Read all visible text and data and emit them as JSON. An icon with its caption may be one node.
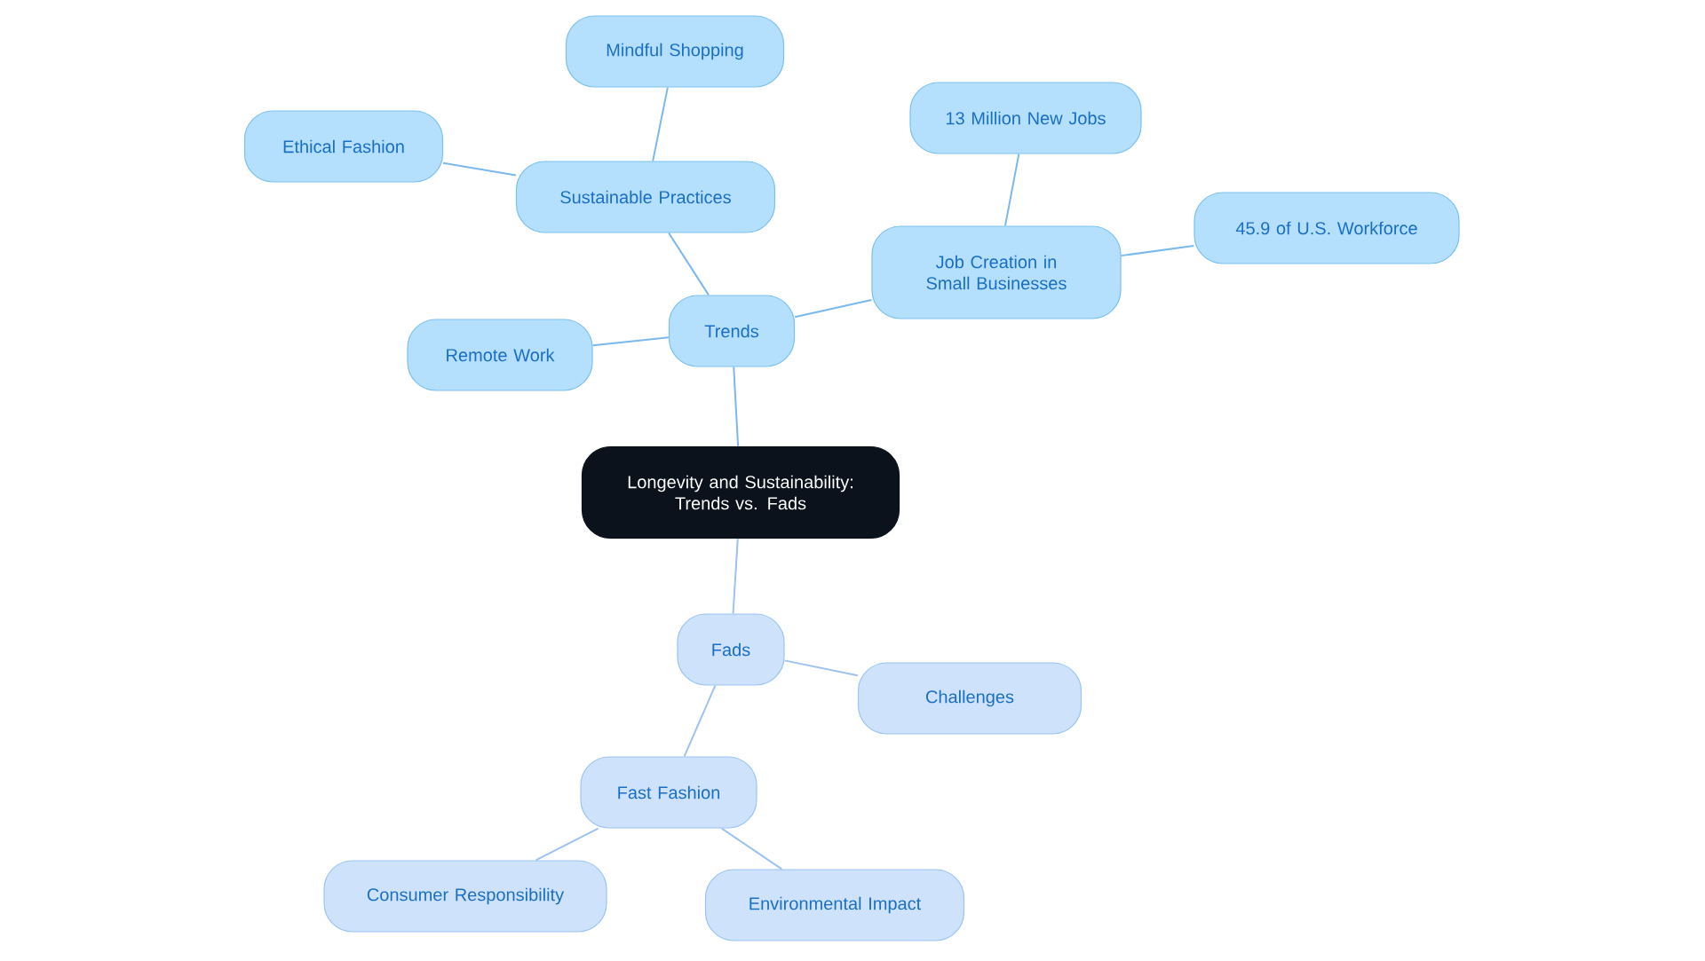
{
  "diagram": {
    "nodes": [
      {
        "text": [
          "Longevity and Sustainability: Trends vs. Fads"
        ]
      },
      {
        "text": [
          "Trends"
        ]
      },
      {
        "text": [
          "Sustainable Practices"
        ]
      },
      {
        "text": [
          "Mindful Shopping"
        ]
      },
      {
        "text": [
          "Ethical Fashion"
        ]
      },
      {
        "text": [
          "Remote Work"
        ]
      },
      {
        "text": [
          "Job Creation in Small Businesses"
        ]
      },
      {
        "text": [
          "13 Million New Jobs"
        ]
      },
      {
        "text": [
          "45.9 of U.S. Workforce"
        ]
      },
      {
        "text": [
          "Fads"
        ]
      },
      {
        "text": [
          "Challenges"
        ]
      },
      {
        "text": [
          "Fast Fashion"
        ]
      },
      {
        "text": [
          "Consumer Responsibility"
        ]
      },
      {
        "text": [
          "Environmental Impact"
        ]
      }
    ],
    "edges": [
      {
        "from": 0,
        "to": 1,
        "arrow": "none"
      },
      {
        "from": 1,
        "to": 2,
        "arrow": "none"
      },
      {
        "from": 2,
        "to": 3,
        "arrow": "none"
      },
      {
        "from": 2,
        "to": 4,
        "arrow": "none"
      },
      {
        "from": 1,
        "to": 5,
        "arrow": "none"
      },
      {
        "from": 1,
        "to": 6,
        "arrow": "none"
      },
      {
        "from": 6,
        "to": 7,
        "arrow": "none"
      },
      {
        "from": 6,
        "to": 8,
        "arrow": "none"
      },
      {
        "from": 0,
        "to": 9,
        "arrow": "none",
        "color": "#9dc2ef"
      },
      {
        "from": 9,
        "to": 10,
        "arrow": "none",
        "color": "#9dc2ef"
      },
      {
        "from": 9,
        "to": 11,
        "arrow": "none",
        "color": "#9dc2ef"
      },
      {
        "from": 11,
        "to": 12,
        "arrow": "none",
        "color": "#9dc2ef"
      },
      {
        "from": 11,
        "to": 13,
        "arrow": "none",
        "color": "#9dc2ef"
      }
    ]
  }
}
